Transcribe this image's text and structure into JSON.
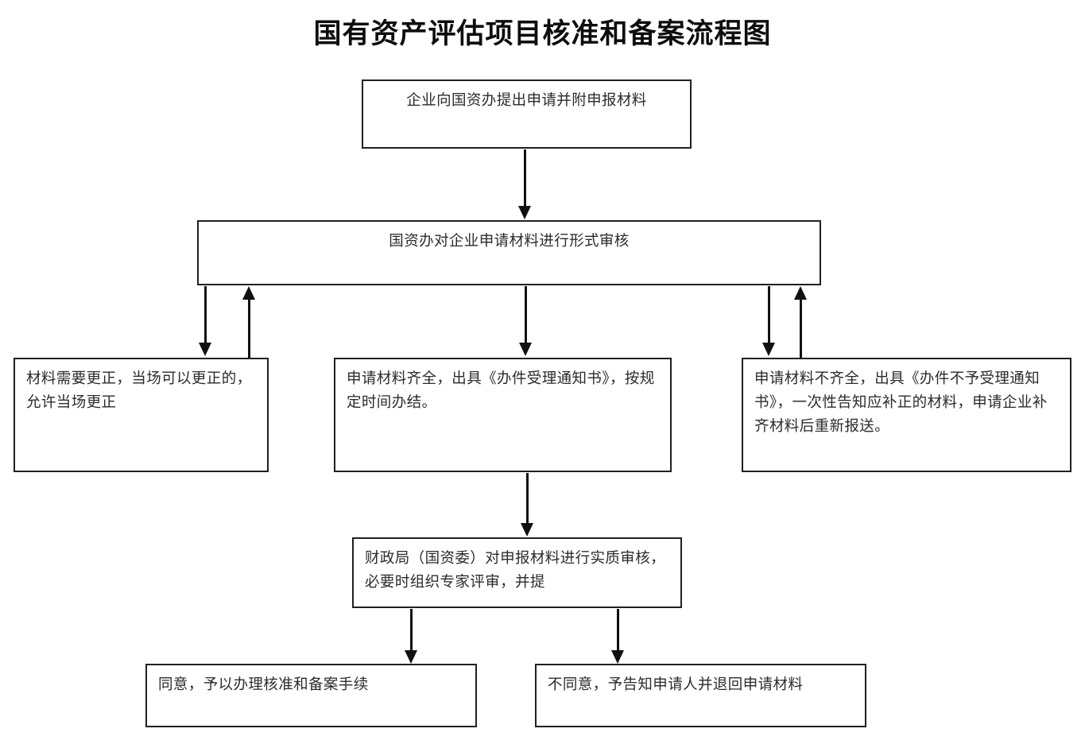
{
  "page": {
    "title": "国有资产评估项目核准和备案流程图",
    "background_color": "#ffffff",
    "border_color": "#231f20",
    "text_color": "#2b2b2b",
    "arrow_color": "#111111"
  },
  "nodes": {
    "apply": {
      "label": "企业向国资办提出申请并附申报材料"
    },
    "formal_review": {
      "label": "国资办对企业申请材料进行形式审核"
    },
    "need_correction": {
      "label": "材料需要更正，当场可以更正的，允许当场更正"
    },
    "complete": {
      "label": "申请材料齐全，出具《办件受理通知书》，按规定时间办结。"
    },
    "incomplete": {
      "label": "申请材料不齐全，出具《办件不予受理通知书》，一次性告知应补正的材料，申请企业补齐材料后重新报送。"
    },
    "substantive_review": {
      "label": "财政局（国资委）对申报材料进行实质审核，必要时组织专家评审，并提"
    },
    "agree": {
      "label": "同意，予以办理核准和备案手续"
    },
    "disagree": {
      "label": "不同意，予告知申请人并退回申请材料"
    }
  },
  "connectors": [
    {
      "name": "apply-to-formal-review",
      "direction": "down"
    },
    {
      "name": "formal-review-to-need-correction",
      "direction": "down"
    },
    {
      "name": "need-correction-to-formal-review",
      "direction": "up"
    },
    {
      "name": "formal-review-to-complete",
      "direction": "down"
    },
    {
      "name": "formal-review-to-incomplete",
      "direction": "down"
    },
    {
      "name": "incomplete-to-formal-review",
      "direction": "up"
    },
    {
      "name": "complete-to-substantive-review",
      "direction": "down"
    },
    {
      "name": "substantive-review-to-agree",
      "direction": "down"
    },
    {
      "name": "substantive-review-to-disagree",
      "direction": "down"
    }
  ]
}
